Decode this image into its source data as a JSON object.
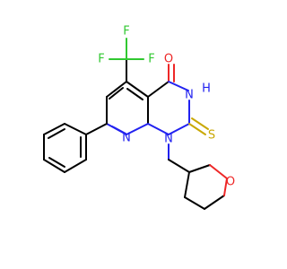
{
  "colors": {
    "background": "#ffffff",
    "carbon_bond": "#000000",
    "nitrogen": "#2121f0",
    "oxygen": "#ee2727",
    "fluorine": "#31c831",
    "sulfur": "#c9a805"
  },
  "atoms": {
    "f_top": "F",
    "f_left": "F",
    "f_right": "F",
    "o_carbonyl": "O",
    "nh": "H",
    "n3": "N",
    "s_thione": "S",
    "n8": "N",
    "n1": "N",
    "o_ring": "O"
  }
}
